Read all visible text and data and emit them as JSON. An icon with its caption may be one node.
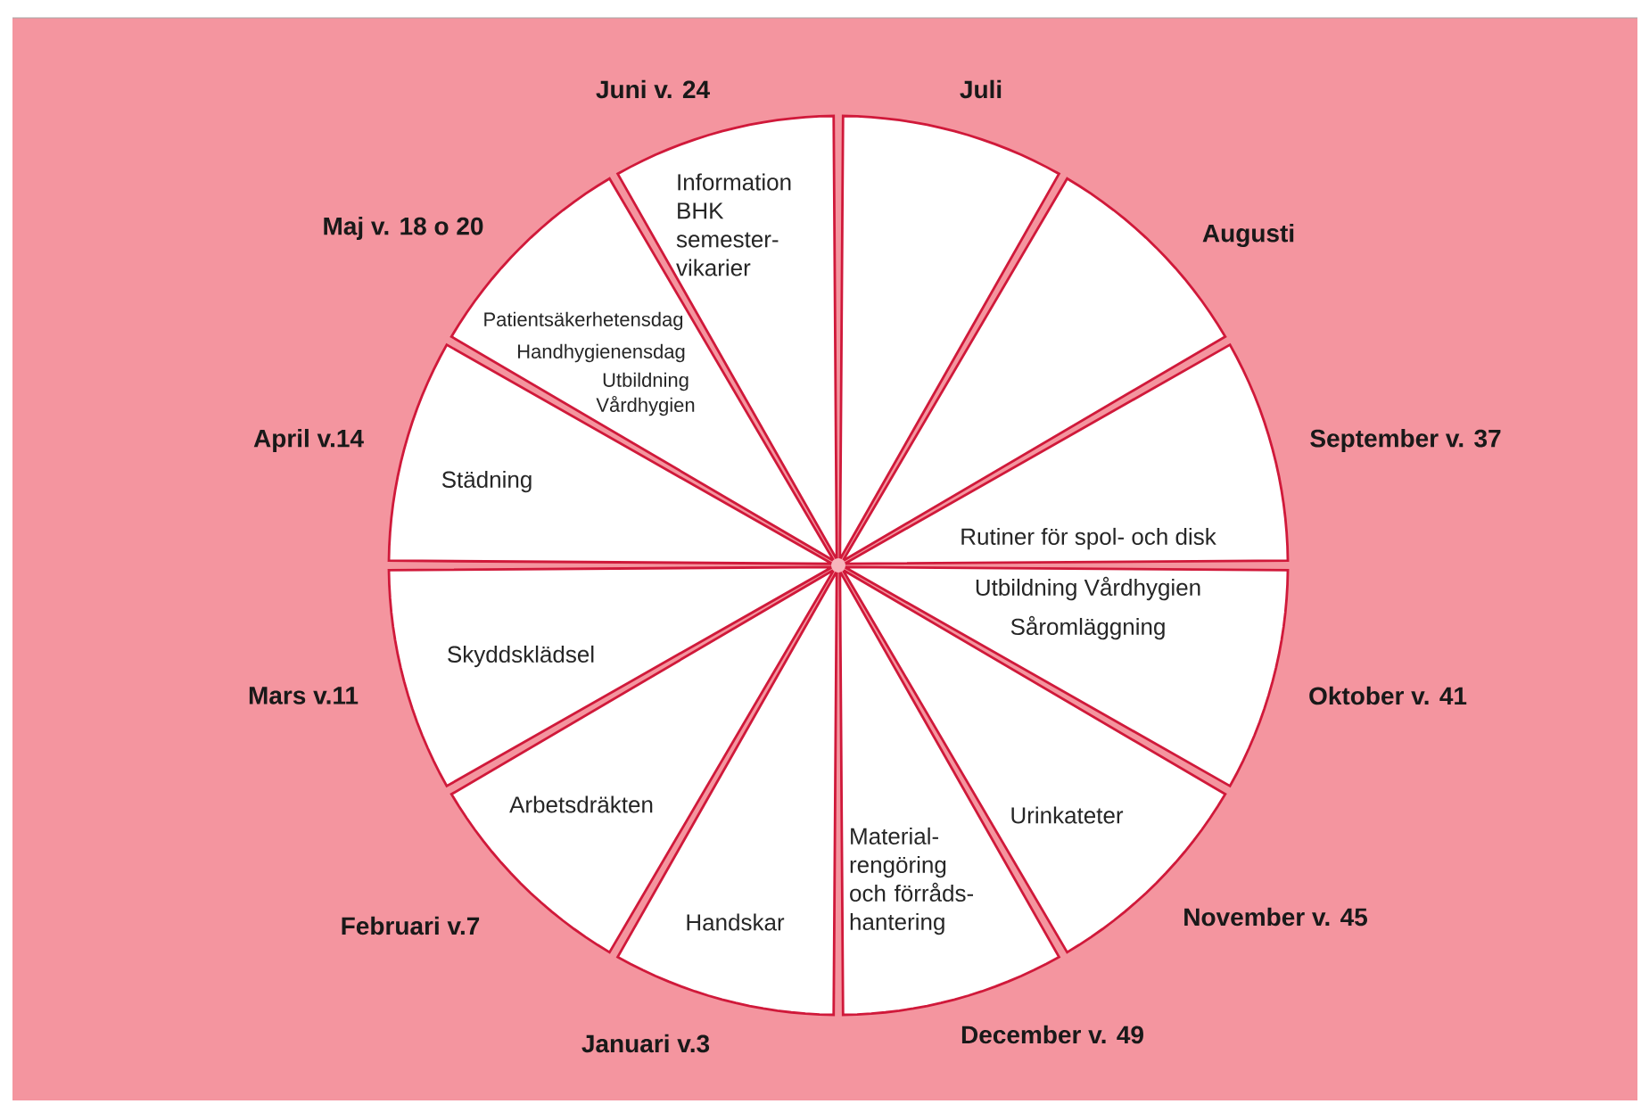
{
  "diagram": {
    "nodes": [
      {
        "text": [],
        "shape": "sector",
        "beside": [
          "Juli"
        ]
      },
      {
        "text": [],
        "shape": "sector",
        "beside": [
          "Augusti"
        ]
      },
      {
        "text": [
          "Rutiner för spol- och disk"
        ],
        "beside": [
          "September v. 37"
        ]
      },
      {
        "text": [
          "Utbildning Vårdhygien",
          "Såromläggning"
        ],
        "beside": [
          "Oktober v. 41"
        ]
      },
      {
        "text": [
          "Urinkateter"
        ],
        "beside": [
          "November v. 45"
        ]
      },
      {
        "text": [
          "Material- rengöring och förråds- hantering"
        ],
        "beside": [
          "December v. 49"
        ]
      },
      {
        "text": [
          "Handskar"
        ],
        "beside": [
          "Januari v.3"
        ]
      },
      {
        "text": [
          "Arbetsdräkten"
        ],
        "beside": [
          "Februari v.7"
        ]
      },
      {
        "text": [
          "Skyddsklädsel"
        ],
        "beside": [
          "Mars v.11"
        ]
      },
      {
        "text": [
          "Städning"
        ],
        "beside": [
          "April v.14"
        ]
      },
      {
        "text": [
          "Patientsäkerhetensdag",
          "Handhygienensdag",
          "Utbildning Vårdhygien"
        ],
        "beside": [
          "Maj v. 18 o 20"
        ]
      },
      {
        "text": [
          "Information BHK semester- vikarier"
        ],
        "beside": [
          "Juni v. 24"
        ]
      }
    ]
  }
}
